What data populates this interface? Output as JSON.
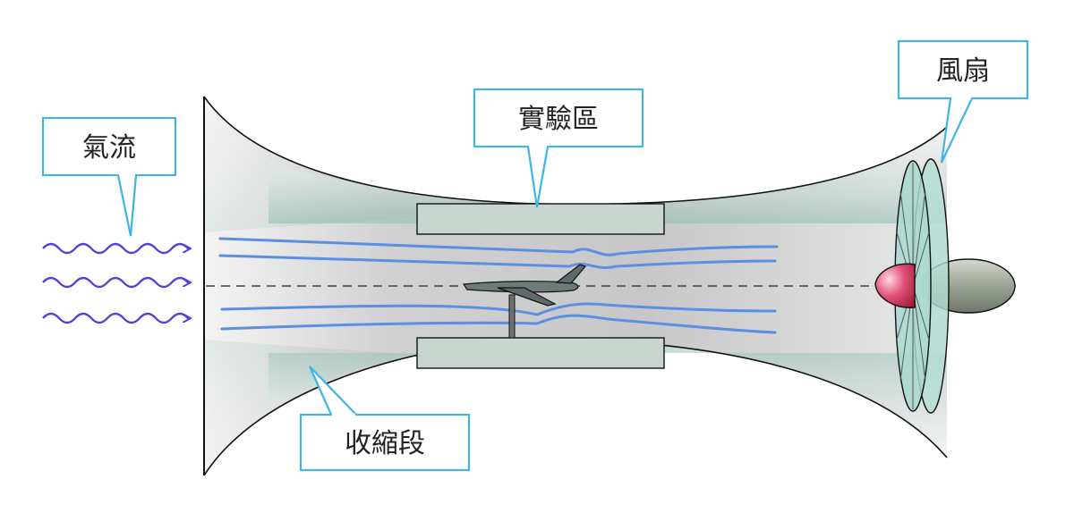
{
  "labels": {
    "airflow": "氣流",
    "test_section": "實驗區",
    "fan": "風扇",
    "contraction": "收縮段"
  },
  "colors": {
    "callout_border": "#3fb4e6",
    "airflow_arrow": "#5a3fd6",
    "streamline": "#5b8fe0",
    "tunnel_fill": "#cfd9d6",
    "fan_blade": "#a9d8cf",
    "nose_cone": "#d9406a"
  }
}
